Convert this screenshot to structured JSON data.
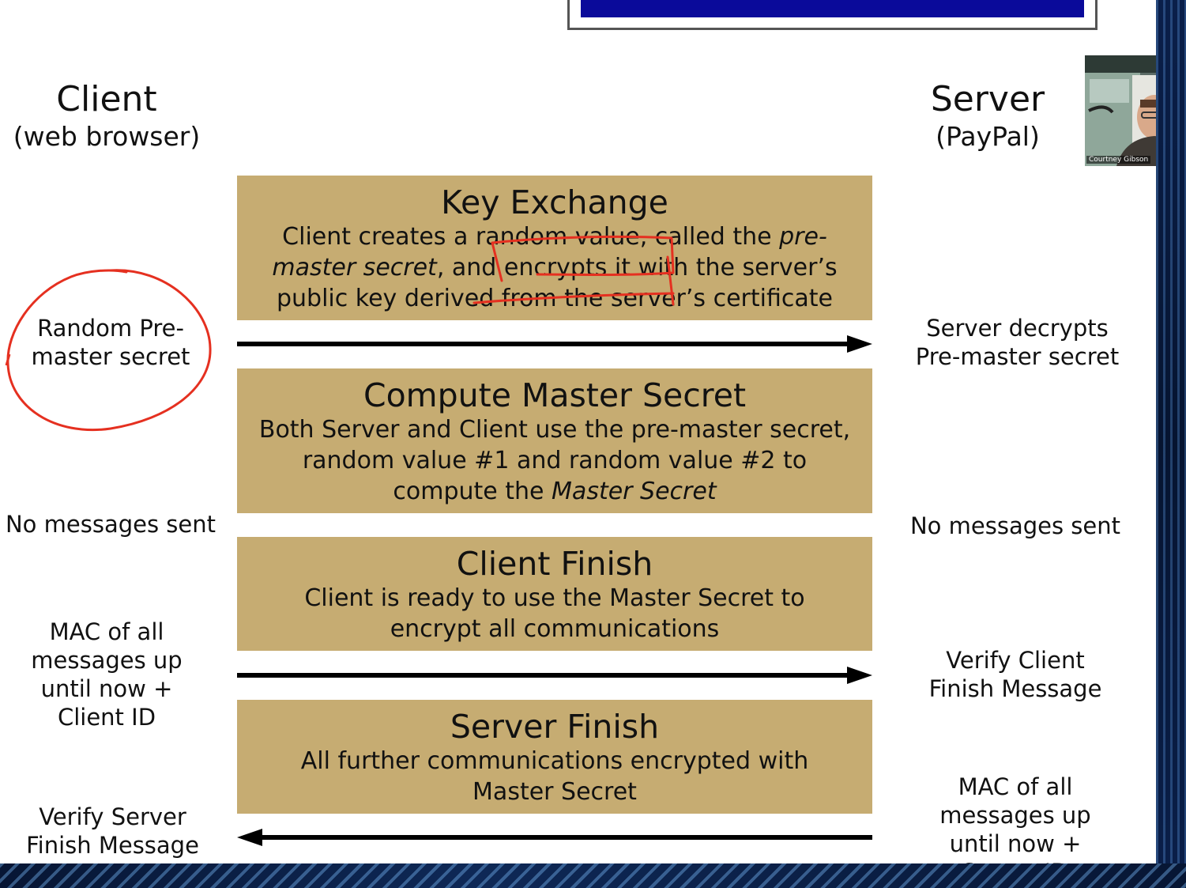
{
  "client": {
    "title": "Client",
    "subtitle": "(web browser)"
  },
  "server": {
    "title": "Server",
    "subtitle": "(PayPal)"
  },
  "steps": [
    {
      "title": "Key Exchange",
      "body_parts": [
        {
          "text": "Client creates a random value, called the "
        },
        {
          "text": "pre-master secret",
          "italic": true
        },
        {
          "text": ", and encrypts it with the server’s public key derived from the server’s certificate"
        }
      ]
    },
    {
      "title": "Compute Master Secret",
      "body_parts": [
        {
          "text": "Both Server and Client use the pre-master secret, random value #1 and random value #2 to compute the "
        },
        {
          "text": "Master Secret",
          "italic": true
        }
      ]
    },
    {
      "title": "Client Finish",
      "body_parts": [
        {
          "text": "Client is ready to use the Master Secret to encrypt all communications"
        }
      ]
    },
    {
      "title": "Server Finish",
      "body_parts": [
        {
          "text": "All further communications encrypted with Master Secret"
        }
      ]
    }
  ],
  "left_labels": {
    "premaster": "Random Pre-master secret",
    "no_messages": "No messages sent",
    "mac": "MAC of all messages up until now + Client ID",
    "verify_server": "Verify Server Finish Message"
  },
  "right_labels": {
    "decrypts": "Server decrypts Pre-master secret",
    "no_messages": "No messages sent",
    "verify_client": "Verify Client Finish Message",
    "mac": "MAC of all messages up until now + Server ID"
  },
  "arrows": [
    {
      "direction": "right"
    },
    {
      "direction": "right"
    },
    {
      "direction": "left"
    }
  ],
  "webcam": {
    "name": "Courtney Gibson"
  },
  "colors": {
    "box_fill": "#c6ac72",
    "annotation": "#e53020",
    "top_bar": "#0a0a9a"
  }
}
